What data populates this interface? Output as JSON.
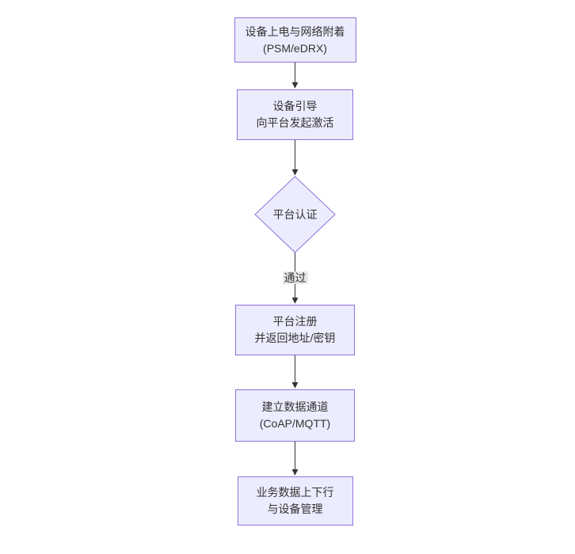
{
  "colors": {
    "background": "#ffffff",
    "node_fill": "#ECECFF",
    "node_border": "#9370DB",
    "edge": "#333333",
    "text": "#333333",
    "edge_label_bg": "#e8e8e8"
  },
  "flowchart": {
    "nodes": [
      {
        "id": "power-attach",
        "shape": "rect",
        "lines": [
          "设备上电与网络附着",
          "(PSM/eDRX)"
        ]
      },
      {
        "id": "bootstrap",
        "shape": "rect",
        "lines": [
          "设备引导",
          "向平台发起激活"
        ]
      },
      {
        "id": "auth",
        "shape": "diamond",
        "lines": [
          "平台认证"
        ]
      },
      {
        "id": "register",
        "shape": "rect",
        "lines": [
          "平台注册",
          "并返回地址/密钥"
        ]
      },
      {
        "id": "channel",
        "shape": "rect",
        "lines": [
          "建立数据通道",
          "(CoAP/MQTT)"
        ]
      },
      {
        "id": "business",
        "shape": "rect",
        "lines": [
          "业务数据上下行",
          "与设备管理"
        ]
      }
    ],
    "edges": [
      {
        "from": "power-attach",
        "to": "bootstrap",
        "label": ""
      },
      {
        "from": "bootstrap",
        "to": "auth",
        "label": ""
      },
      {
        "from": "auth",
        "to": "register",
        "label": "通过"
      },
      {
        "from": "register",
        "to": "channel",
        "label": ""
      },
      {
        "from": "channel",
        "to": "business",
        "label": ""
      }
    ]
  }
}
